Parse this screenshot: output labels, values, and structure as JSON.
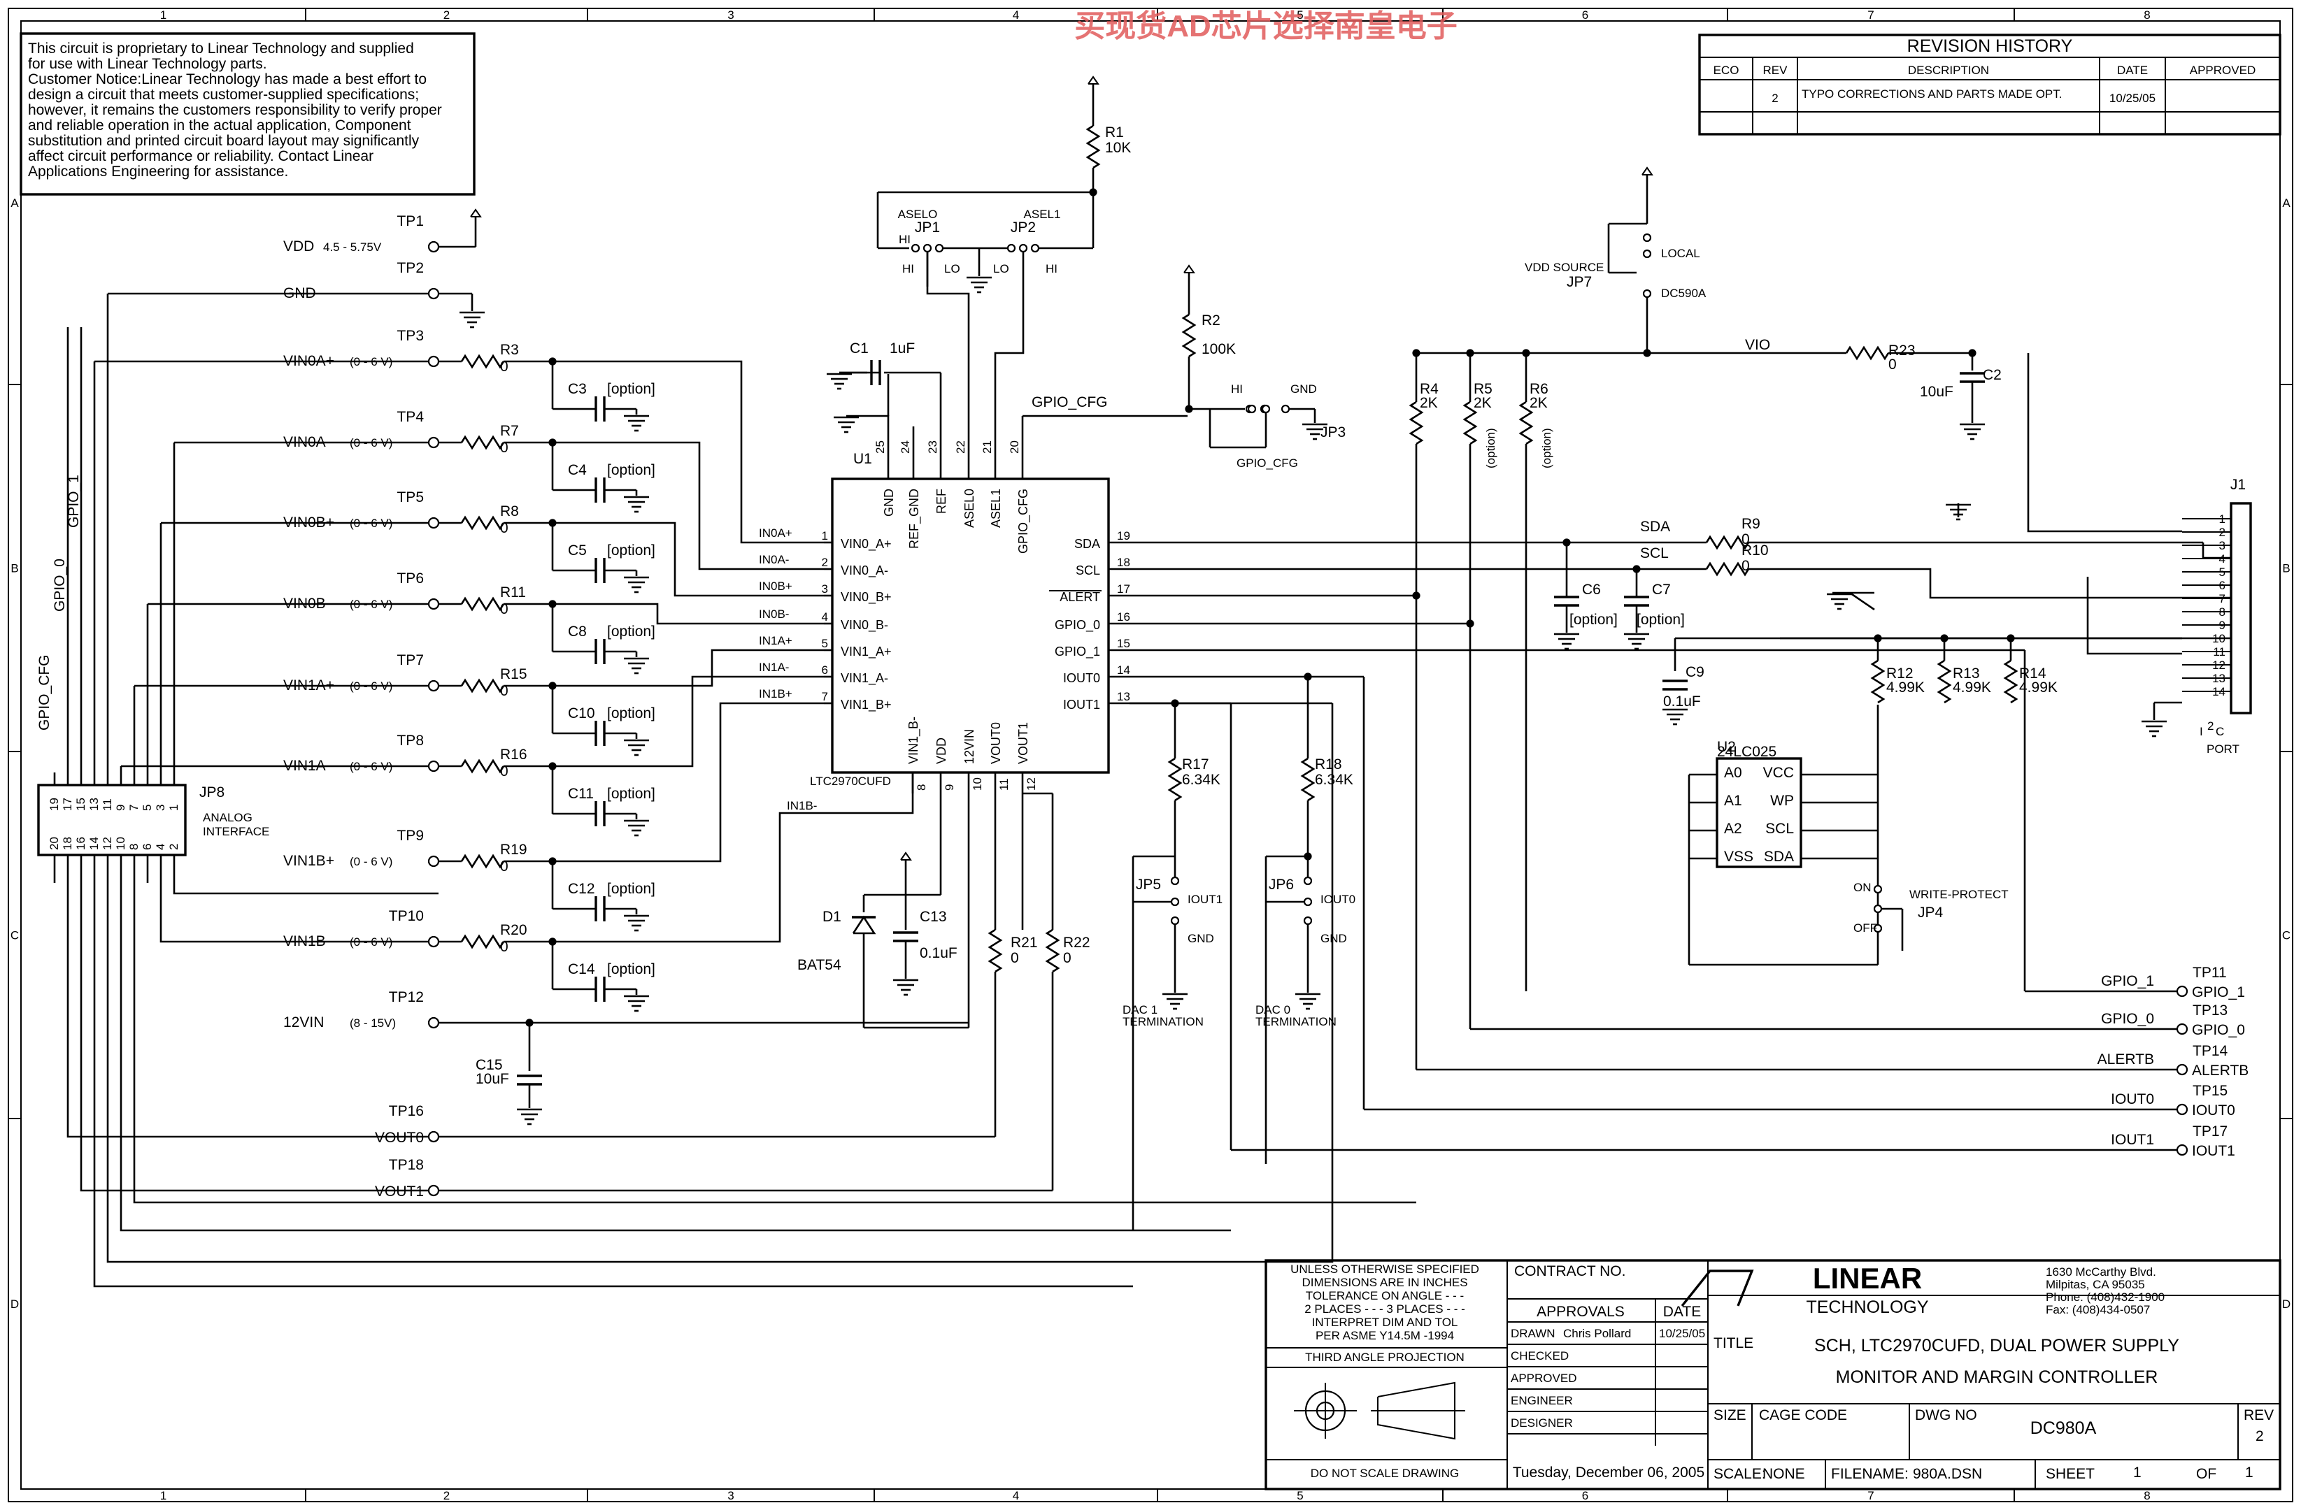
{
  "watermark": "买现货AD芯片选择南皇电子",
  "notice": {
    "lines": [
      "This circuit is proprietary to Linear Technology and supplied",
      "for use with Linear Technology parts.",
      "Customer Notice:Linear Technology has made a best effort to",
      "design a circuit that meets customer-supplied specifications;",
      "however, it remains the customers responsibility to verify proper",
      "and reliable operation in the actual application, Component",
      "substitution and printed circuit board layout may significantly",
      "affect circuit performance or reliability. Contact Linear",
      "Applications Engineering for assistance."
    ]
  },
  "border": {
    "cols": [
      "1",
      "2",
      "3",
      "4",
      "5",
      "6",
      "7",
      "8"
    ],
    "rows": [
      "A",
      "B",
      "C",
      "D"
    ]
  },
  "revision": {
    "title": "REVISION HISTORY",
    "headers": [
      "ECO",
      "REV",
      "DESCRIPTION",
      "DATE",
      "APPROVED"
    ],
    "row": {
      "eco": "",
      "rev": "2",
      "desc": "TYPO CORRECTIONS AND PARTS MADE OPT.",
      "date": "10/25/05",
      "approved": ""
    }
  },
  "tps": [
    {
      "tp": "TP1",
      "net": "VDD",
      "range": "4.5 - 5.75V"
    },
    {
      "tp": "TP2",
      "net": "GND",
      "range": ""
    },
    {
      "tp": "TP3",
      "net": "VIN0A+",
      "range": "(0 - 6 V)"
    },
    {
      "tp": "TP4",
      "net": "VIN0A-",
      "range": "(0 - 6 V)"
    },
    {
      "tp": "TP5",
      "net": "VIN0B+",
      "range": "(0 - 6 V)"
    },
    {
      "tp": "TP6",
      "net": "VIN0B-",
      "range": "(0 - 6 V)"
    },
    {
      "tp": "TP7",
      "net": "VIN1A+",
      "range": "(0 - 6 V)"
    },
    {
      "tp": "TP8",
      "net": "VIN1A-",
      "range": "(0 - 6 V)"
    },
    {
      "tp": "TP9",
      "net": "VIN1B+",
      "range": "(0 - 6 V)"
    },
    {
      "tp": "TP10",
      "net": "VIN1B-",
      "range": "(0 - 6 V)"
    },
    {
      "tp": "TP12",
      "net": "12VIN",
      "range": "(8 - 15V)"
    },
    {
      "tp": "TP16",
      "net": "VOUT0",
      "range": ""
    },
    {
      "tp": "TP18",
      "net": "VOUT1",
      "range": ""
    }
  ],
  "inputs": [
    {
      "r": "R3",
      "rv": "0",
      "c": "C3",
      "cv": "[option]",
      "net": "IN0A+"
    },
    {
      "r": "R7",
      "rv": "0",
      "c": "C4",
      "cv": "[option]",
      "net": "IN0A-"
    },
    {
      "r": "R8",
      "rv": "0",
      "c": "C5",
      "cv": "[option]",
      "net": "IN0B+"
    },
    {
      "r": "R11",
      "rv": "0",
      "c": "C8",
      "cv": "[option]",
      "net": "IN0B-"
    },
    {
      "r": "R15",
      "rv": "0",
      "c": "C10",
      "cv": "[option]",
      "net": "IN1A+"
    },
    {
      "r": "R16",
      "rv": "0",
      "c": "C11",
      "cv": "[option]",
      "net": "IN1A-"
    },
    {
      "r": "R19",
      "rv": "0",
      "c": "C12",
      "cv": "[option]",
      "net": "IN1B+"
    },
    {
      "r": "R20",
      "rv": "0",
      "c": "C14",
      "cv": "[option]",
      "net": "IN1B-"
    }
  ],
  "jp8": {
    "name": "JP8",
    "desc1": "ANALOG",
    "desc2": "INTERFACE",
    "top": [
      "19",
      "17",
      "15",
      "13",
      "11",
      "9",
      "7",
      "5",
      "3",
      "1"
    ],
    "bot": [
      "20",
      "18",
      "16",
      "14",
      "12",
      "10",
      "8",
      "6",
      "4",
      "2"
    ],
    "gpio_labels": [
      "GPIO_CFG",
      "GPIO_0",
      "GPIO_1"
    ]
  },
  "u1": {
    "ref": "U1",
    "part": "LTC2970CUFD",
    "left": [
      [
        "1",
        "VIN0_A+"
      ],
      [
        "2",
        "VIN0_A-"
      ],
      [
        "3",
        "VIN0_B+"
      ],
      [
        "4",
        "VIN0_B-"
      ],
      [
        "5",
        "VIN1_A+"
      ],
      [
        "6",
        "VIN1_A-"
      ],
      [
        "7",
        "VIN1_B+"
      ]
    ],
    "right": [
      [
        "19",
        "SDA"
      ],
      [
        "18",
        "SCL"
      ],
      [
        "17",
        "ALERT"
      ],
      [
        "16",
        "GPIO_0"
      ],
      [
        "15",
        "GPIO_1"
      ],
      [
        "14",
        "IOUT0"
      ],
      [
        "13",
        "IOUT1"
      ]
    ],
    "top": [
      [
        "25",
        "GND"
      ],
      [
        "24",
        "REF_GND"
      ],
      [
        "23",
        "REF"
      ],
      [
        "22",
        "ASEL0"
      ],
      [
        "21",
        "ASEL1"
      ],
      [
        "20",
        "GPIO_CFG"
      ]
    ],
    "bottom": [
      [
        "8",
        "VIN1_B-"
      ],
      [
        "9",
        "VDD"
      ],
      [
        "10",
        "12VIN"
      ],
      [
        "11",
        "VOUT0"
      ],
      [
        "12",
        "VOUT1"
      ]
    ]
  },
  "parts": {
    "vdd": "VDD",
    "gnd": "GND",
    "r1": "R1",
    "r1v": "10K",
    "r2": "R2",
    "r2v": "100K",
    "jp1": "JP1",
    "jp1t": "ASELO",
    "jp2": "JP2",
    "jp2t": "ASEL1",
    "hi": "HI",
    "lo": "LO",
    "jp3": "JP3",
    "jp3t": "GPIO_CFG",
    "c1": "C1",
    "c1v": "1uF",
    "c2": "C2",
    "c2v": "10uF",
    "c15": "C15",
    "c15v": "10uF",
    "c6": "C6",
    "c7": "C7",
    "opt": "[option]",
    "c9": "C9",
    "c9v": "0.1uF",
    "c13": "C13",
    "c13v": "0.1uF",
    "d1": "D1",
    "d1v": "BAT54",
    "r4": "R4",
    "r5": "R5",
    "r6": "R6",
    "rv2k": "2K",
    "option": "(option)",
    "r9": "R9",
    "r10": "R10",
    "r23": "R23",
    "zero": "0",
    "r12": "R12",
    "r13": "R13",
    "r14": "R14",
    "r499": "4.99K",
    "r17": "R17",
    "r18": "R18",
    "r634": "6.34K",
    "r21": "R21",
    "r22": "R22",
    "jp5": "JP5",
    "jp6": "JP6",
    "iout1": "IOUT1",
    "iout0": "IOUT0",
    "dac1a": "DAC 1",
    "dac0a": "DAC 0",
    "term": "TERMINATION",
    "jp7": "JP7",
    "vddsrc": "VDD SOURCE",
    "local": "LOCAL",
    "dc590": "DC590A",
    "u2": "U2",
    "u2p": "24LC025",
    "u2pins": [
      "A0",
      "A1",
      "A2",
      "VSS",
      "VCC",
      "WP",
      "SCL",
      "SDA"
    ],
    "jp4": "JP4",
    "wp": "WRITE-PROTECT",
    "on": "ON",
    "off": "OFF",
    "j1": "J1",
    "i2c": "PORT",
    "i2cpre": "I",
    "i2csup": "2",
    "i2cpost": "C",
    "nets": {
      "vio": "VIO",
      "sda": "SDA",
      "scl": "SCL",
      "in1bm": "IN1B-",
      "gpio_cfg": "GPIO_CFG"
    }
  },
  "right_tps": [
    {
      "tp": "TP11",
      "label": "GPIO_1",
      "net": "GPIO_1"
    },
    {
      "tp": "TP13",
      "label": "GPIO_0",
      "net": "GPIO_0"
    },
    {
      "tp": "TP14",
      "label": "ALERTB",
      "net": "ALERTB"
    },
    {
      "tp": "TP15",
      "label": "IOUT0",
      "net": "IOUT0"
    },
    {
      "tp": "TP17",
      "label": "IOUT1",
      "net": "IOUT1"
    }
  ],
  "titleblock": {
    "tol": [
      "UNLESS OTHERWISE SPECIFIED",
      "DIMENSIONS ARE IN INCHES",
      "TOLERANCE ON ANGLE - - -",
      "2 PLACES - - -    3 PLACES - - -",
      "INTERPRET DIM AND TOL",
      "PER ASME Y14.5M -1994"
    ],
    "projection": "THIRD ANGLE PROJECTION",
    "noscale": "DO NOT SCALE DRAWING",
    "contract": "CONTRACT NO.",
    "approvals": "APPROVALS",
    "date": "DATE",
    "drawn": "DRAWN",
    "drawn_by": "Chris Pollard",
    "drawn_date": "10/25/05",
    "checked": "CHECKED",
    "approved": "APPROVED",
    "engineer": "ENGINEER",
    "designer": "DESIGNER",
    "printed": "Tuesday, December 06, 2005",
    "logo1": "LINEAR",
    "logo2": "TECHNOLOGY",
    "address": [
      "1630 McCarthy Blvd.",
      "Milpitas, CA 95035",
      "Phone: (408)432-1900",
      "Fax: (408)434-0507"
    ],
    "title_label": "TITLE",
    "title1": "SCH, LTC2970CUFD, DUAL POWER SUPPLY",
    "title2": "MONITOR AND MARGIN CONTROLLER",
    "size": "SIZE",
    "cage": "CAGE CODE",
    "dwgno": "DWG NO",
    "dwg": "DC980A",
    "rev": "REV",
    "revv": "2",
    "scale": "SCALE:",
    "scalev": "NONE",
    "filename": "FILENAME:",
    "file": "980A.DSN",
    "sheet": "SHEET",
    "sheetv": "1",
    "of": "OF",
    "ofv": "1"
  }
}
